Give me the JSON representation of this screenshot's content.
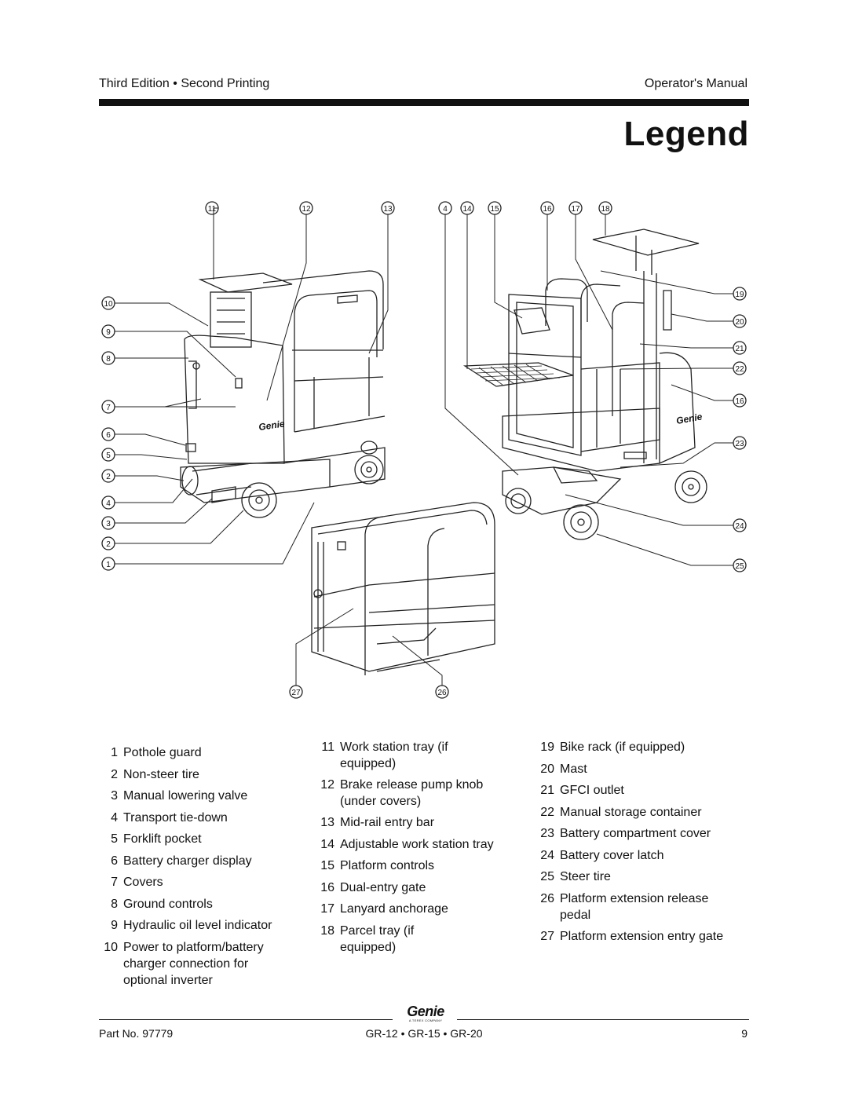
{
  "header": {
    "edition": "Third Edition • Second Printing",
    "manual": "Operator's Manual"
  },
  "title": "Legend",
  "diagram": {
    "callouts": [
      "11",
      "12",
      "13",
      "4",
      "14",
      "15",
      "16",
      "17",
      "18",
      "10",
      "9",
      "8",
      "7",
      "6",
      "5",
      "2",
      "4",
      "3",
      "2",
      "1",
      "19",
      "20",
      "21",
      "22",
      "16",
      "23",
      "24",
      "25",
      "27",
      "26"
    ],
    "brand_left": "Genie",
    "brand_right": "Genie"
  },
  "legend": {
    "col1": [
      {
        "num": "1",
        "text": "Pothole guard"
      },
      {
        "num": "2",
        "text": "Non-steer tire"
      },
      {
        "num": "3",
        "text": "Manual lowering valve"
      },
      {
        "num": "4",
        "text": "Transport tie-down"
      },
      {
        "num": "5",
        "text": "Forklift pocket"
      },
      {
        "num": "6",
        "text": "Battery charger display"
      },
      {
        "num": "7",
        "text": "Covers"
      },
      {
        "num": "8",
        "text": "Ground controls"
      },
      {
        "num": "9",
        "text": "Hydraulic oil level indicator"
      },
      {
        "num": "10",
        "text": "Power to platform/battery charger connection for optional inverter"
      }
    ],
    "col2": [
      {
        "num": "11",
        "text": "Work station tray (if equipped)"
      },
      {
        "num": "12",
        "text": "Brake release pump knob (under covers)"
      },
      {
        "num": "13",
        "text": "Mid-rail entry bar"
      },
      {
        "num": "14",
        "text": "Adjustable work station tray"
      },
      {
        "num": "15",
        "text": "Platform controls"
      },
      {
        "num": "16",
        "text": "Dual-entry gate"
      },
      {
        "num": "17",
        "text": "Lanyard anchorage"
      },
      {
        "num": "18",
        "text": "Parcel tray (if equipped)"
      }
    ],
    "col3": [
      {
        "num": "19",
        "text": "Bike rack (if equipped)"
      },
      {
        "num": "20",
        "text": "Mast"
      },
      {
        "num": "21",
        "text": "GFCI outlet"
      },
      {
        "num": "22",
        "text": "Manual storage container"
      },
      {
        "num": "23",
        "text": "Battery compartment cover"
      },
      {
        "num": "24",
        "text": "Battery cover latch"
      },
      {
        "num": "25",
        "text": "Steer tire"
      },
      {
        "num": "26",
        "text": "Platform extension release pedal"
      },
      {
        "num": "27",
        "text": "Platform extension entry gate"
      }
    ]
  },
  "footer": {
    "logo_brand": "Genie",
    "logo_tag": "A TEREX COMPANY",
    "part_no": "Part No. 97779",
    "models": "GR-12 • GR-15 • GR-20",
    "page": "9"
  }
}
